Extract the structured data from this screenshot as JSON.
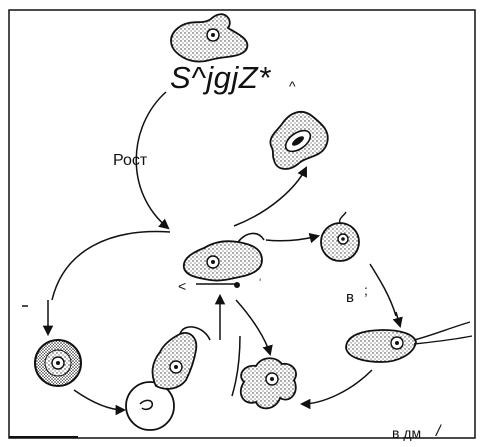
{
  "figure": {
    "title_garbled": "S^jgjZ*",
    "title_caret": "^",
    "label_growth": "Рост",
    "label_b1": "в",
    "label_semicolon": ";",
    "label_lt": "<",
    "label_b2": "в дм",
    "label_slash": "/",
    "label_tick": "'"
  },
  "colors": {
    "ink": "#111111",
    "stipple": "#555555",
    "paper": "#ffffff"
  }
}
